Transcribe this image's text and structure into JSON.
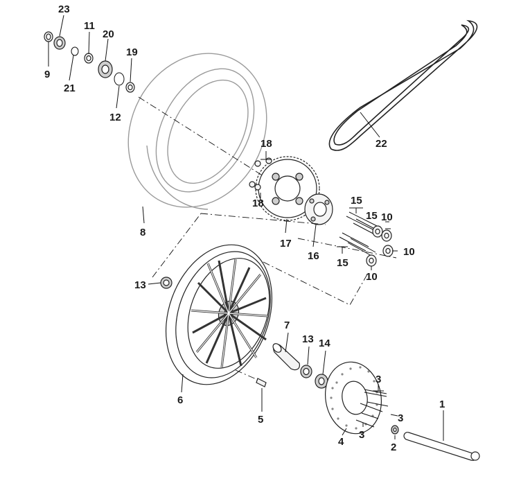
{
  "callouts": [
    {
      "id": "c23",
      "text": "23"
    },
    {
      "id": "c11",
      "text": "11"
    },
    {
      "id": "c20",
      "text": "20"
    },
    {
      "id": "c19",
      "text": "19"
    },
    {
      "id": "c9",
      "text": "9"
    },
    {
      "id": "c21",
      "text": "21"
    },
    {
      "id": "c12",
      "text": "12"
    },
    {
      "id": "c8",
      "text": "8"
    },
    {
      "id": "c22",
      "text": "22"
    },
    {
      "id": "c18a",
      "text": "18"
    },
    {
      "id": "c18b",
      "text": "18"
    },
    {
      "id": "c17",
      "text": "17"
    },
    {
      "id": "c16",
      "text": "16"
    },
    {
      "id": "c15a",
      "text": "15"
    },
    {
      "id": "c15b",
      "text": "15"
    },
    {
      "id": "c15c",
      "text": "15"
    },
    {
      "id": "c10a",
      "text": "10"
    },
    {
      "id": "c10b",
      "text": "10"
    },
    {
      "id": "c10c",
      "text": "10"
    },
    {
      "id": "c13a",
      "text": "13"
    },
    {
      "id": "c13b",
      "text": "13"
    },
    {
      "id": "c14",
      "text": "14"
    },
    {
      "id": "c7",
      "text": "7"
    },
    {
      "id": "c6",
      "text": "6"
    },
    {
      "id": "c5",
      "text": "5"
    },
    {
      "id": "c3a",
      "text": "3"
    },
    {
      "id": "c3b",
      "text": "3"
    },
    {
      "id": "c3c",
      "text": "3"
    },
    {
      "id": "c4",
      "text": "4"
    },
    {
      "id": "c2",
      "text": "2"
    },
    {
      "id": "c1",
      "text": "1"
    }
  ]
}
